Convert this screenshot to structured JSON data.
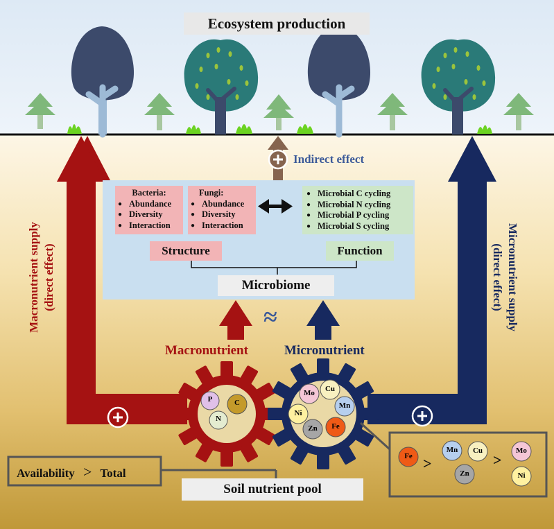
{
  "top_title": "Ecosystem production",
  "indirect_effect": "Indirect effect",
  "plus_symbol": "+",
  "bacteria": {
    "heading": "Bacteria:",
    "items": [
      "Abundance",
      "Diversity",
      "Interaction"
    ]
  },
  "fungi": {
    "heading": "Fungi:",
    "items": [
      "Abundance",
      "Diversity",
      "Interaction"
    ]
  },
  "functions": {
    "items": [
      "Microbial C cycling",
      "Microbial N cycling",
      "Microbial P cycling",
      "Microbial S cycling"
    ]
  },
  "structure_label": "Structure",
  "function_label": "Function",
  "microbiome_label": "Microbiome",
  "approx_symbol": "≈",
  "macronutrient_label": "Macronutrient",
  "micronutrient_label": "Micronutrient",
  "macro_supply": [
    "Macronutrient supply",
    "(direct effect)"
  ],
  "micro_supply": [
    "Micronutrient supply",
    "(direct effect)"
  ],
  "macro_elements": [
    "P",
    "C",
    "N"
  ],
  "micro_elements": [
    "Mo",
    "Cu",
    "Mn",
    "Ni",
    "Zn",
    "Fe"
  ],
  "availability": {
    "left": "Availability",
    "symbol": ">",
    "right": "Total"
  },
  "soil_pool": "Soil nutrient pool",
  "ranking": {
    "first": "Fe",
    "middle": [
      "Mn",
      "Cu",
      "Zn"
    ],
    "last": [
      "Mo",
      "Ni"
    ],
    "symbol": ">"
  },
  "colors": {
    "macro_red": "#a51212",
    "micro_navy": "#17295f",
    "brown_arrow": "#86644e",
    "indirect_blue": "#3c5a99",
    "panel_blue": "#c9dff0",
    "pink": "#f2b4b6",
    "green": "#cde6c8",
    "tree_dark": "#3c4a6b",
    "tree_teal": "#2a7a78",
    "tree_light_green": "#6fb56a"
  }
}
